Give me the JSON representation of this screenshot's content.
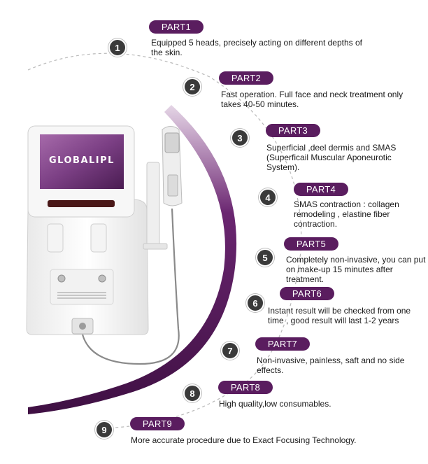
{
  "brand": {
    "logo_text": "GLOBALIPL"
  },
  "colors": {
    "accent": "#5a1d5f",
    "number_circle": "#3a3a3a"
  },
  "parts": [
    {
      "number": "1",
      "label": "PART1",
      "text": "Equipped 5 heads, precisely acting on different depths of the skin."
    },
    {
      "number": "2",
      "label": "PART2",
      "text": "Fast operation. Full face and neck treatment only takes 40-50 minutes."
    },
    {
      "number": "3",
      "label": "PART3",
      "text": "Superficial ,deel dermis and SMAS (Superficail Muscular Aponeurotic System)."
    },
    {
      "number": "4",
      "label": "PART4",
      "text": "SMAS contraction : collagen remodeling , elastine fiber contraction."
    },
    {
      "number": "5",
      "label": "PART5",
      "text": "Completely non-invasive, you can put on make-up 15 minutes after treatment."
    },
    {
      "number": "6",
      "label": "PART6",
      "text": "Instant result will be checked from one time , good result will last 1-2 years"
    },
    {
      "number": "7",
      "label": "PART7",
      "text": "Non-invasive, painless, saft and no side effects."
    },
    {
      "number": "8",
      "label": "PART8",
      "text": "High quality,low consumables."
    },
    {
      "number": "9",
      "label": "PART9",
      "text": "More accurate procedure due to Exact Focusing Technology."
    }
  ]
}
